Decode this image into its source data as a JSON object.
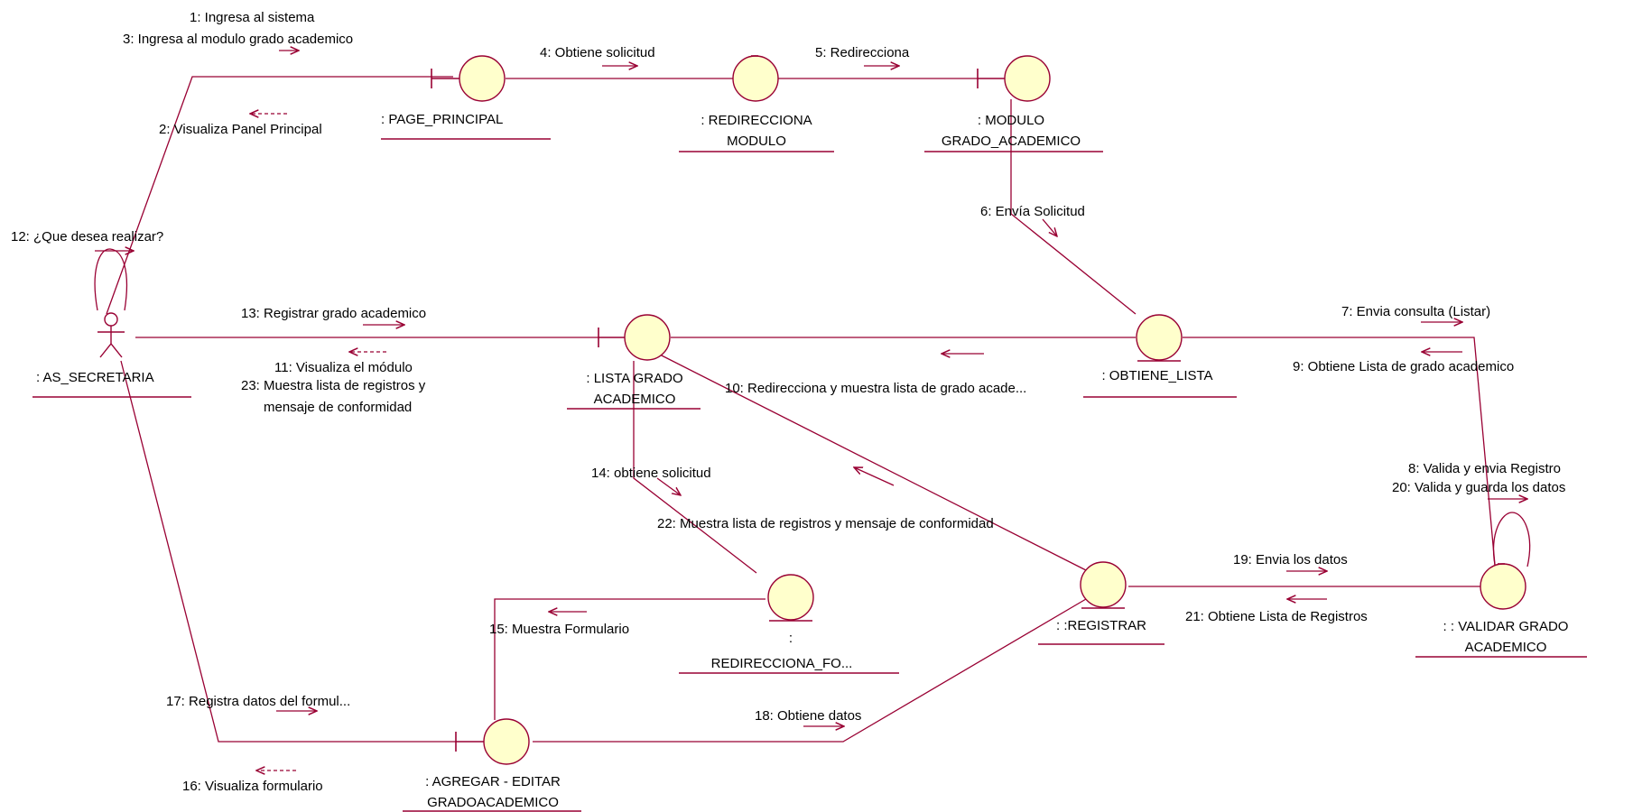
{
  "colors": {
    "line": "#990033",
    "object_fill": "#ffffcc",
    "text": "#000000",
    "background": "#ffffff"
  },
  "objects": {
    "as_secretaria": {
      "label": ": AS_SECRETARIA",
      "icon": "actor-icon"
    },
    "page_principal": {
      "label": ":  PAGE_PRINCIPAL",
      "icon": "boundary-icon"
    },
    "redirecciona_modulo": {
      "line1": ": REDIRECCIONA",
      "line2": "MODULO",
      "icon": "control-icon"
    },
    "modulo_grado": {
      "line1": ": MODULO",
      "line2": "GRADO_ACADEMICO",
      "icon": "boundary-icon"
    },
    "obtiene_lista": {
      "label": ": OBTIENE_LISTA",
      "icon": "entity-icon"
    },
    "lista_grado": {
      "line1": ": LISTA GRADO",
      "line2": "ACADEMICO",
      "icon": "boundary-icon"
    },
    "redirecciona_fo": {
      "line1": ":",
      "line2": "REDIRECCIONA_FO...",
      "icon": "entity-icon"
    },
    "registrar": {
      "label": ": :REGISTRAR",
      "icon": "entity-icon"
    },
    "validar_grado": {
      "line1": ": : VALIDAR GRADO",
      "line2": "ACADEMICO",
      "icon": "control-icon"
    },
    "agregar_editar": {
      "line1": ": AGREGAR - EDITAR",
      "line2": "GRADOACADEMICO",
      "icon": "boundary-icon"
    }
  },
  "messages": {
    "m1": "1: Ingresa al sistema",
    "m3": "3: Ingresa al modulo grado academico",
    "m2": "2: Visualiza Panel Principal",
    "m4": "4: Obtiene solicitud",
    "m5": "5: Redirecciona",
    "m6": "6: Envía Solicitud",
    "m12": "12: ¿Que desea realizar?",
    "m13": "13: Registrar grado academico",
    "m11": "11: Visualiza el módulo",
    "m23a": "23: Muestra lista de registros y",
    "m23b": "mensaje de conformidad",
    "m10": "10: Redirecciona y muestra lista de grado acade...",
    "m7": "7: Envia consulta (Listar)",
    "m9": "9: Obtiene Lista de grado academico",
    "m8": "8: Valida y envia Registro",
    "m20": "20: Valida y guarda los datos",
    "m14": "14: obtiene solicitud",
    "m22": "22: Muestra lista de registros y mensaje de conformidad",
    "m19": "19: Envia los datos",
    "m21": "21: Obtiene Lista de Registros",
    "m15": "15: Muestra Formulario",
    "m17": "17: Registra datos del formul...",
    "m18": "18: Obtiene datos",
    "m16": "16: Visualiza formulario"
  }
}
